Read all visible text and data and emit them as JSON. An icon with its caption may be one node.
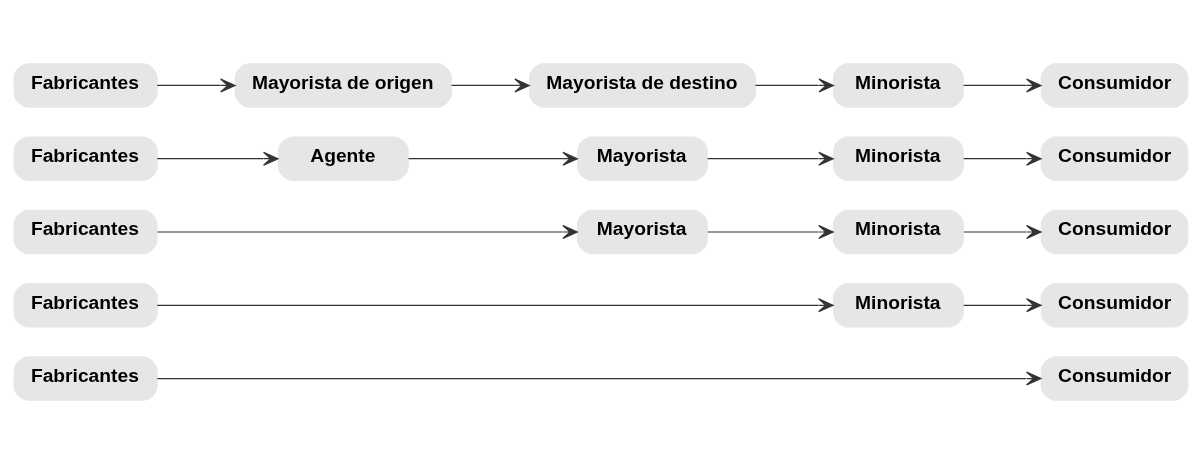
{
  "diagram": {
    "nodes": [
      {
        "text": [
          "Fabricantes"
        ]
      },
      {
        "text": [
          "Consumidor"
        ]
      },
      {
        "text": [
          "Fabricantes"
        ]
      },
      {
        "text": [
          "Minorista"
        ]
      },
      {
        "text": [
          "Consumidor"
        ]
      },
      {
        "text": [
          "Fabricantes"
        ]
      },
      {
        "text": [
          "Mayorista"
        ]
      },
      {
        "text": [
          "Minorista"
        ]
      },
      {
        "text": [
          "Consumidor"
        ]
      },
      {
        "text": [
          "Fabricantes"
        ]
      },
      {
        "text": [
          "Agente"
        ]
      },
      {
        "text": [
          "Mayorista"
        ]
      },
      {
        "text": [
          "Minorista"
        ]
      },
      {
        "text": [
          "Consumidor"
        ]
      },
      {
        "text": [
          "Fabricantes"
        ]
      },
      {
        "text": [
          "Mayorista de origen"
        ]
      },
      {
        "text": [
          "Mayorista de destino"
        ]
      },
      {
        "text": [
          "Minorista"
        ]
      },
      {
        "text": [
          "Consumidor"
        ]
      }
    ],
    "edges": [
      {
        "from": 0,
        "to": 1,
        "arrow": "to"
      },
      {
        "from": 2,
        "to": 3,
        "arrow": "to"
      },
      {
        "from": 3,
        "to": 4,
        "arrow": "to"
      },
      {
        "from": 5,
        "to": 6,
        "arrow": "to"
      },
      {
        "from": 6,
        "to": 7,
        "arrow": "to"
      },
      {
        "from": 7,
        "to": 8,
        "arrow": "to"
      },
      {
        "from": 9,
        "to": 10,
        "arrow": "to"
      },
      {
        "from": 10,
        "to": 11,
        "arrow": "to"
      },
      {
        "from": 11,
        "to": 12,
        "arrow": "to"
      },
      {
        "from": 12,
        "to": 13,
        "arrow": "to"
      },
      {
        "from": 14,
        "to": 15,
        "arrow": "to"
      },
      {
        "from": 15,
        "to": 16,
        "arrow": "to"
      },
      {
        "from": 16,
        "to": 17,
        "arrow": "to"
      },
      {
        "from": 17,
        "to": 18,
        "arrow": "to"
      }
    ]
  }
}
